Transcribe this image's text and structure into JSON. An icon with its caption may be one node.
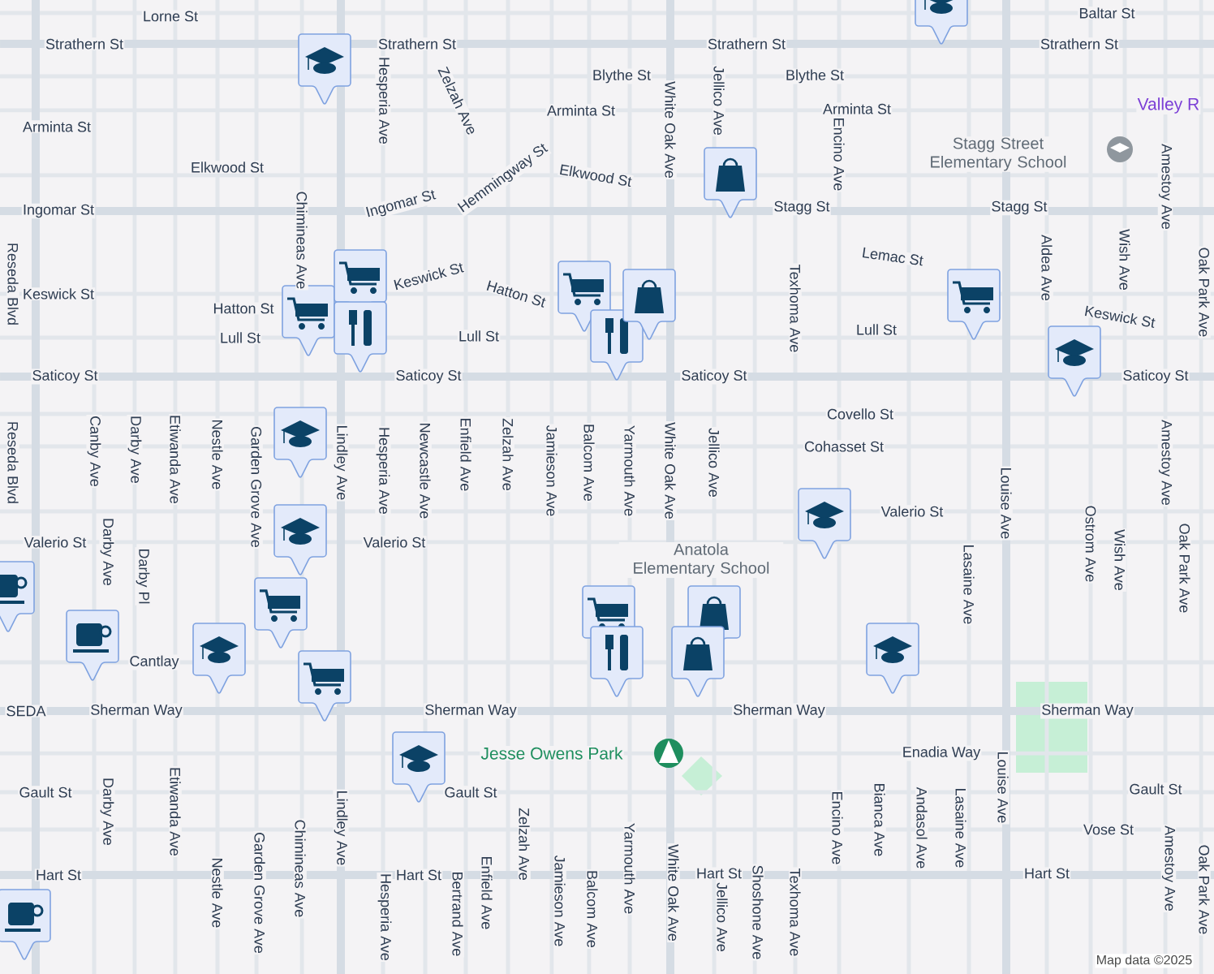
{
  "diagram": {
    "labels": [
      "Lorne St",
      "Baltar St",
      "Strathern St",
      "Strathern St",
      "Strathern St",
      "Strathern St",
      "Blythe St",
      "Blythe St",
      "Arminta St",
      "Arminta St",
      "Arminta St",
      "Valley R",
      "Stagg Street Elementary School",
      "Elkwood St",
      "Hemmingway St",
      "Elkwood St",
      "Ingomar St",
      "Ingomar St",
      "Stagg St",
      "Stagg St",
      "Lemac St",
      "Keswick St",
      "Keswick St",
      "Hatton St",
      "Hatton St",
      "Keswick St",
      "Lull St",
      "Lull St",
      "Lull St",
      "Saticoy St",
      "Saticoy St",
      "Saticoy St",
      "Saticoy St",
      "Covello St",
      "Cohasset St",
      "Valerio St",
      "Valerio St",
      "Valerio St",
      "Anatola Elementary School",
      "Cantlay",
      "SEDA",
      "Sherman Way",
      "Sherman Way",
      "Sherman Way",
      "Sherman Way",
      "Jesse Owens Park",
      "Enadia Way",
      "Gault St",
      "Gault St",
      "Gault St",
      "Vose St",
      "Hart St",
      "Hart St",
      "Hart St",
      "Hart St",
      "Reseda Blvd",
      "Chimineas Ave",
      "Hesperia Ave",
      "Zelzah Ave",
      "White Oak Ave",
      "Jellico Ave",
      "Texhoma Ave",
      "Encino Ave",
      "Aldea Ave",
      "Wish Ave",
      "Amestoy Ave",
      "Oak Park Ave",
      "Reseda Blvd",
      "Canby Ave",
      "Darby Ave",
      "Darby Ave",
      "Darby Pl",
      "Etiwanda Ave",
      "Nestle Ave",
      "Garden Grove Ave",
      "Lindley Ave",
      "Hesperia Ave",
      "Newcastle Ave",
      "Enfield Ave",
      "Zelzah Ave",
      "Jamieson Ave",
      "Balcom Ave",
      "Yarmouth Ave",
      "White Oak Ave",
      "Jellico Ave",
      "Lasaine Ave",
      "Louise Ave",
      "Ostrom Ave",
      "Wish Ave",
      "Amestoy Ave",
      "Oak Park Ave",
      "Darby Ave",
      "Etiwanda Ave",
      "Nestle Ave",
      "Garden Grove Ave",
      "Chimineas Ave",
      "Lindley Ave",
      "Hesperia Ave",
      "Bertrand Ave",
      "Enfield Ave",
      "Zelzah Ave",
      "Jamieson Ave",
      "Balcom Ave",
      "Yarmouth Ave",
      "White Oak Ave",
      "Jellico Ave",
      "Shoshone Ave",
      "Texhoma Ave",
      "Encino Ave",
      "Bianca Ave",
      "Andasol Ave",
      "Lasaine Ave",
      "Louise Ave",
      "Amestoy Ave",
      "Oak Park Ave",
      "Map data ©2025"
    ]
  }
}
